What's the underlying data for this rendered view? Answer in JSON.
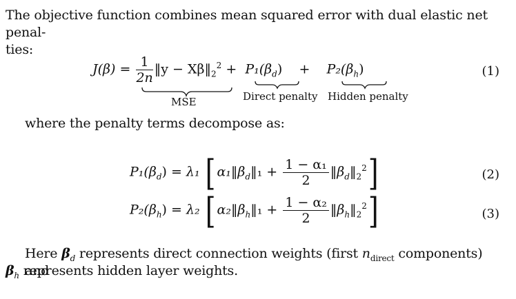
{
  "intro": {
    "line1": "The objective function combines mean squared error with dual elastic net penal-",
    "line2": "ties:"
  },
  "eq1": {
    "lhs": "J(β) =",
    "frac_num": "1",
    "frac_den": "2n",
    "mse_term": "‖y − Xβ‖",
    "mse_sub": "2",
    "mse_sup": "2",
    "plus1": "+",
    "p1_term": "P₁(β",
    "p1_sub": "d",
    "plus2": "+",
    "p2_term": "P₂(β",
    "p2_sub": "h",
    "label_mse": "MSE",
    "label_direct": "Direct penalty",
    "label_hidden": "Hidden penalty",
    "number": "(1)"
  },
  "middle_text": "where the penalty terms decompose as:",
  "eq2": {
    "lhs": "P₁(β",
    "lhs_sub": "d",
    "lam": "λ₁",
    "alpha": "α₁‖β",
    "alpha_sub": "d",
    "norm1": "‖₁ +",
    "frac_num": "1 − α₁",
    "frac_den": "2",
    "norm2": "‖β",
    "norm2_sub": "d",
    "number": "(2)"
  },
  "eq3": {
    "lhs": "P₂(β",
    "lhs_sub": "h",
    "lam": "λ₂",
    "alpha": "α₂‖β",
    "alpha_sub": "h",
    "norm1": "‖₁ +",
    "frac_num": "1 − α₂",
    "frac_den": "2",
    "norm2": "‖β",
    "norm2_sub": "h",
    "number": "(3)"
  },
  "closing": {
    "part1": "Here ",
    "beta_d": "β",
    "beta_d_sub": "d",
    "part2": " represents direct connection weights (first ",
    "n_direct": "n",
    "n_direct_sub": "direct",
    "part3": " components) and",
    "beta_h": "β",
    "beta_h_sub": "h",
    "part4": " represents hidden layer weights."
  }
}
